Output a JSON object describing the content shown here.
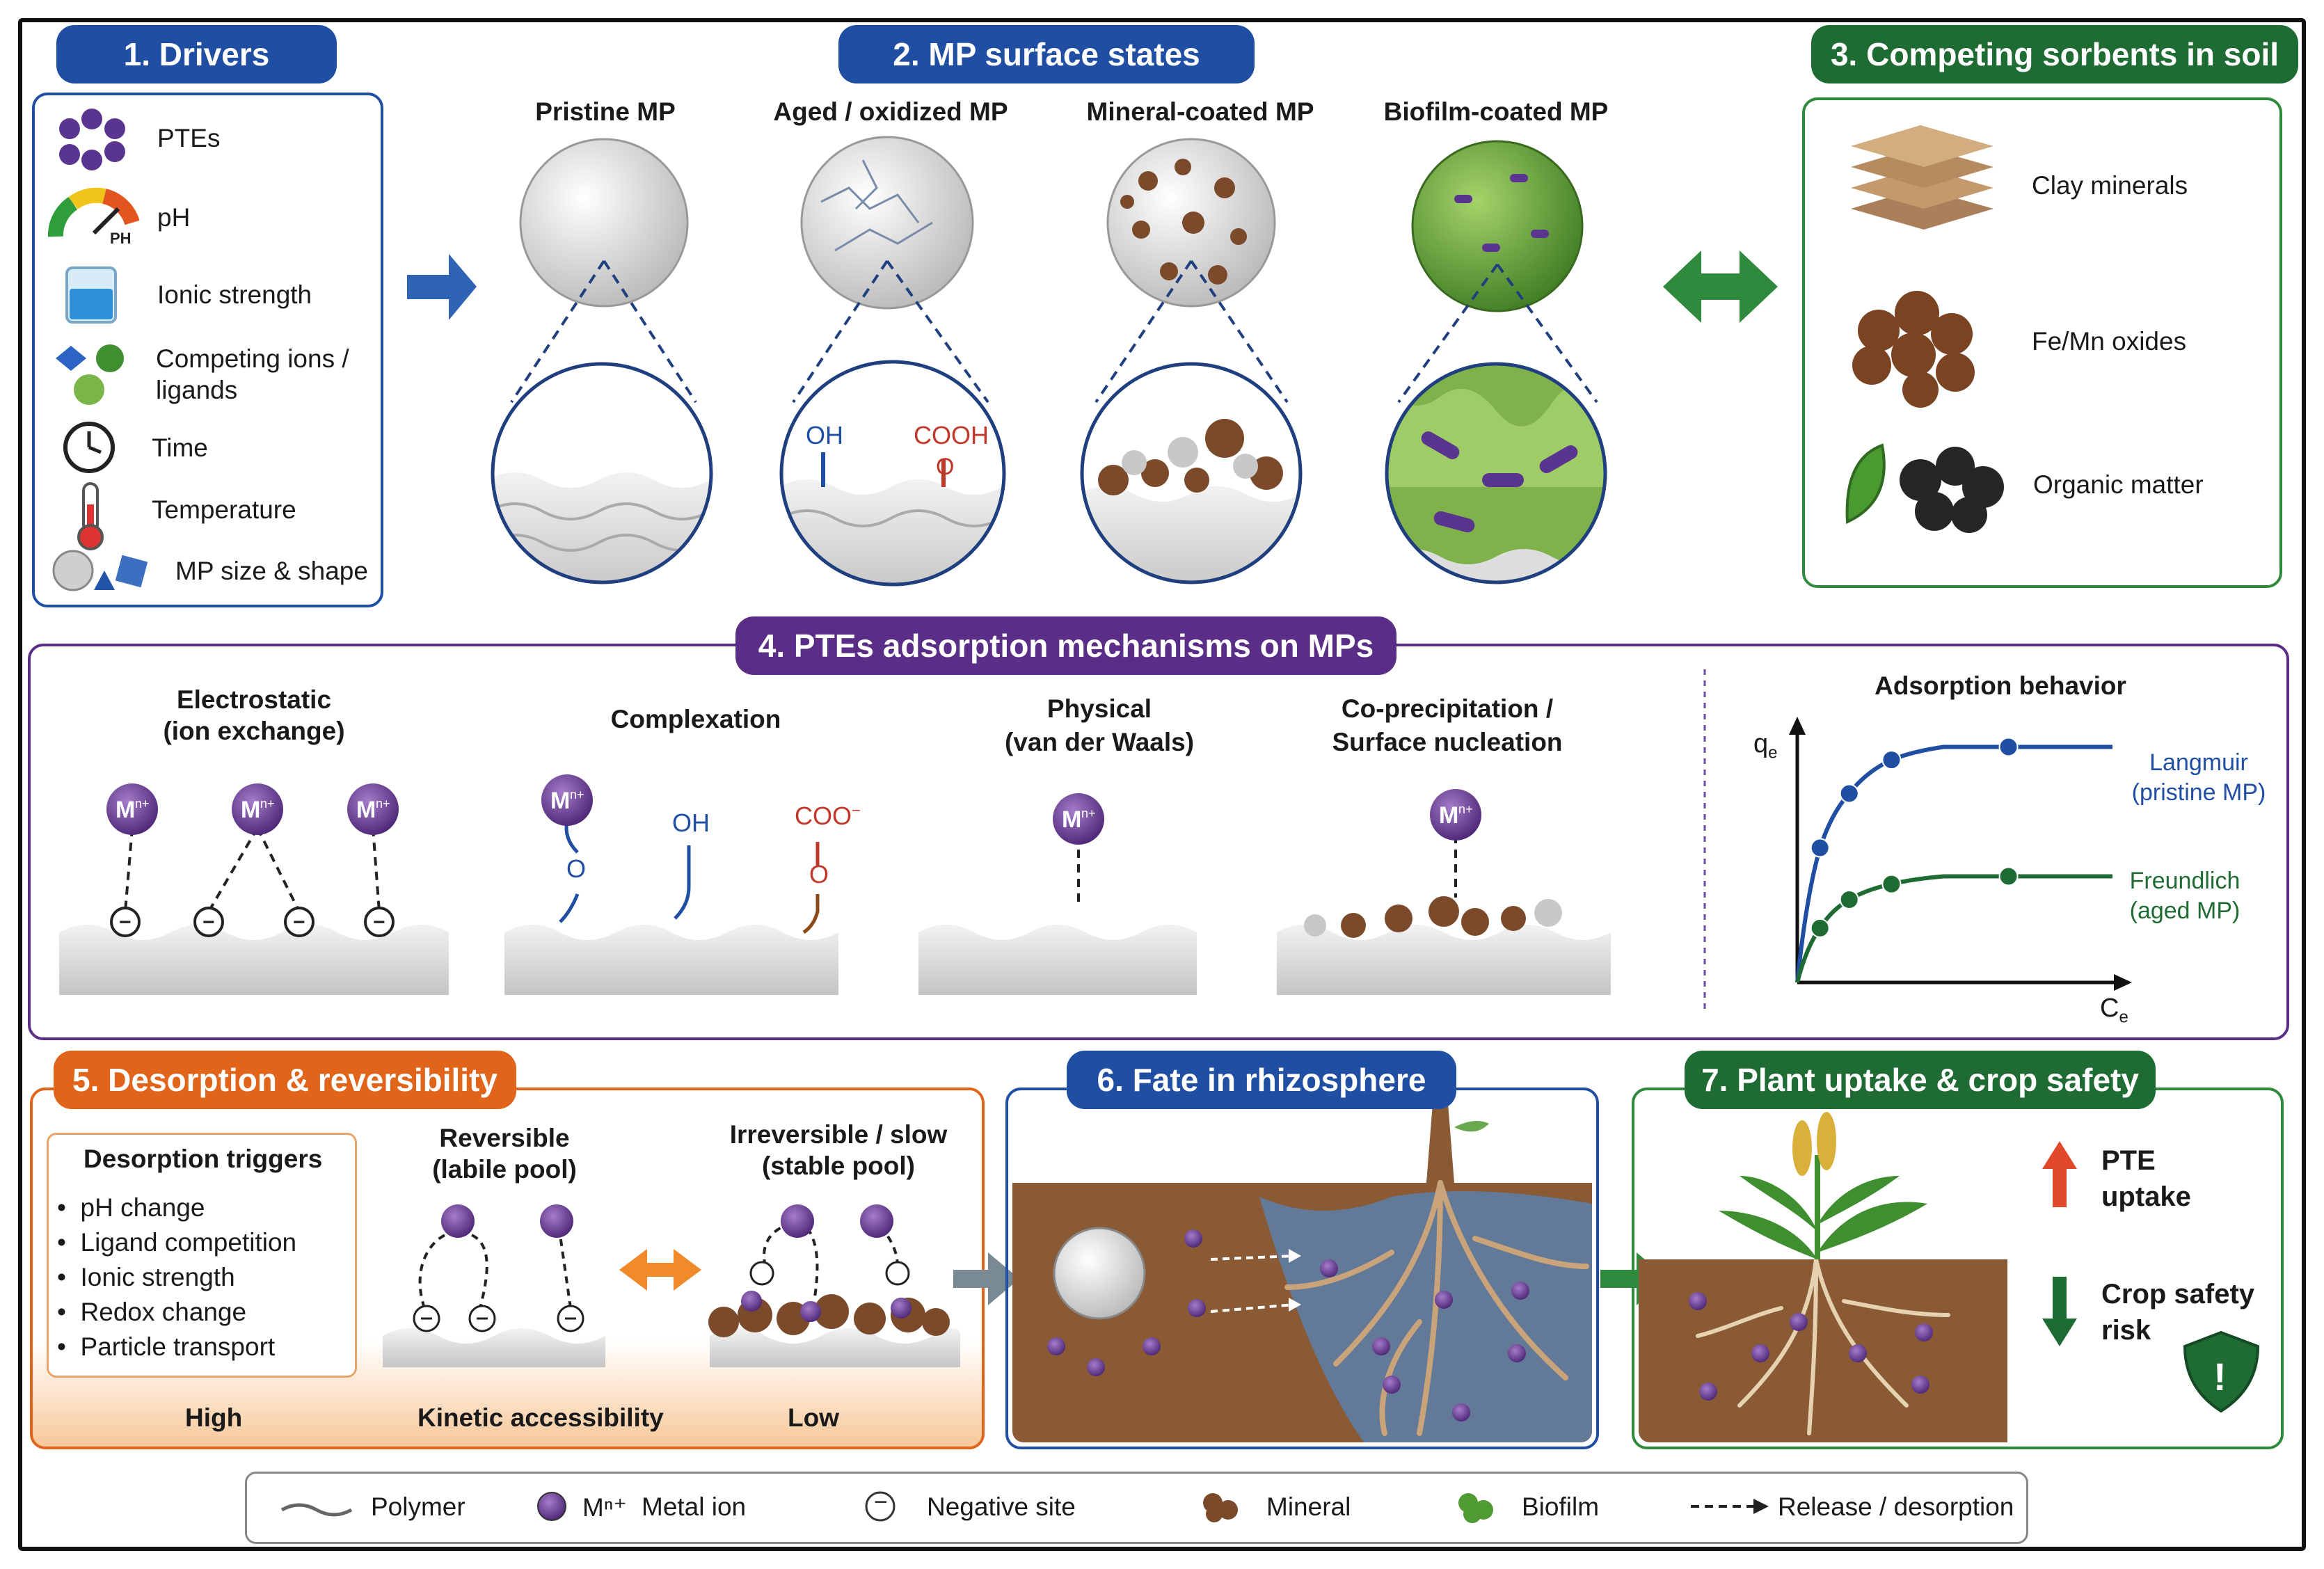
{
  "sections": {
    "drivers": {
      "title": "1. Drivers",
      "items": [
        "PTEs",
        "pH",
        "Ionic strength",
        "Competing ions /",
        "ligands",
        "Time",
        "Temperature",
        "MP size & shape"
      ],
      "ph_icon_text": "PH"
    },
    "surface_states": {
      "title": "2. MP surface states",
      "states": [
        "Pristine MP",
        "Aged / oxidized MP",
        "Mineral-coated MP",
        "Biofilm-coated MP"
      ],
      "group_oh": "OH",
      "group_cooh": "COOH",
      "group_o": "O"
    },
    "sorbents": {
      "title": "3. Competing sorbents in soil",
      "items": [
        "Clay minerals",
        "Fe/Mn oxides",
        "Organic matter"
      ]
    },
    "mechanisms": {
      "title": "4. PTEs adsorption mechanisms on MPs",
      "electrostatic": [
        "Electrostatic",
        "(ion exchange)"
      ],
      "complexation": "Complexation",
      "physical": [
        "Physical",
        "(van der Waals)"
      ],
      "coprecip": [
        "Co-precipitation /",
        "Surface nucleation"
      ],
      "ion": "M",
      "ion_charge": "n+",
      "neg": "−",
      "oh": "OH",
      "coo": "COO",
      "coo_charge": "−",
      "o": "O",
      "behavior": {
        "title": "Adsorption behavior",
        "ylabel": "q",
        "ysub": "e",
        "xlabel": "C",
        "xsub": "e",
        "langmuir": [
          "Langmuir",
          "(pristine MP)"
        ],
        "freundlich": [
          "Freundlich",
          "(aged MP)"
        ]
      }
    },
    "desorption": {
      "title": "5. Desorption & reversibility",
      "triggers_title": "Desorption triggers",
      "triggers": [
        "pH change",
        "Ligand competition",
        "Ionic strength",
        "Redox change",
        "Particle transport"
      ],
      "reversible": [
        "Reversible",
        "(labile pool)"
      ],
      "irreversible": [
        "Irreversible / slow",
        "(stable pool)"
      ],
      "scale": [
        "High",
        "Kinetic accessibility",
        "Low"
      ]
    },
    "rhizosphere": {
      "title": "6. Fate in rhizosphere"
    },
    "plant": {
      "title": "7. Plant uptake & crop safety",
      "uptake": [
        "PTE",
        "uptake"
      ],
      "risk": [
        "Crop safety",
        "risk"
      ],
      "shield_text": "!"
    }
  },
  "legend": {
    "polymer": "Polymer",
    "ion_symbol": "Mⁿ⁺",
    "ion": "Metal ion",
    "neg_symbol": "−",
    "negative": "Negative site",
    "mineral": "Mineral",
    "biofilm": "Biofilm",
    "release": "Release / desorption"
  },
  "colors": {
    "blue": "#1f4ea3",
    "green": "#1f6b34",
    "purple": "#5a2d86",
    "orange": "#e0641a",
    "metal_ion": "#6a3d9a",
    "langmuir": "#1f4ea3",
    "freundlich": "#1f6b34"
  },
  "icons": [
    "ion-cluster-icon",
    "ph-gauge-icon",
    "beaker-icon",
    "competing-ions-icon",
    "clock-icon",
    "thermometer-icon",
    "shapes-icon",
    "clay-icon",
    "oxide-icon",
    "leaf-icon",
    "organic-matter-icon",
    "shield-icon",
    "arrow-up-icon",
    "arrow-down-icon"
  ],
  "chart_data": {
    "type": "line",
    "title": "Adsorption behavior",
    "xlabel": "Ce",
    "ylabel": "qe",
    "series": [
      {
        "name": "Langmuir (pristine MP)",
        "values": [
          0,
          0.52,
          0.73,
          0.86,
          0.91,
          0.91,
          0.91
        ]
      },
      {
        "name": "Freundlich (aged MP)",
        "values": [
          0,
          0.21,
          0.32,
          0.38,
          0.41,
          0.41,
          0.41
        ]
      }
    ],
    "x": [
      0,
      0.07,
      0.16,
      0.29,
      0.45,
      0.65,
      0.97
    ],
    "grid": false
  }
}
